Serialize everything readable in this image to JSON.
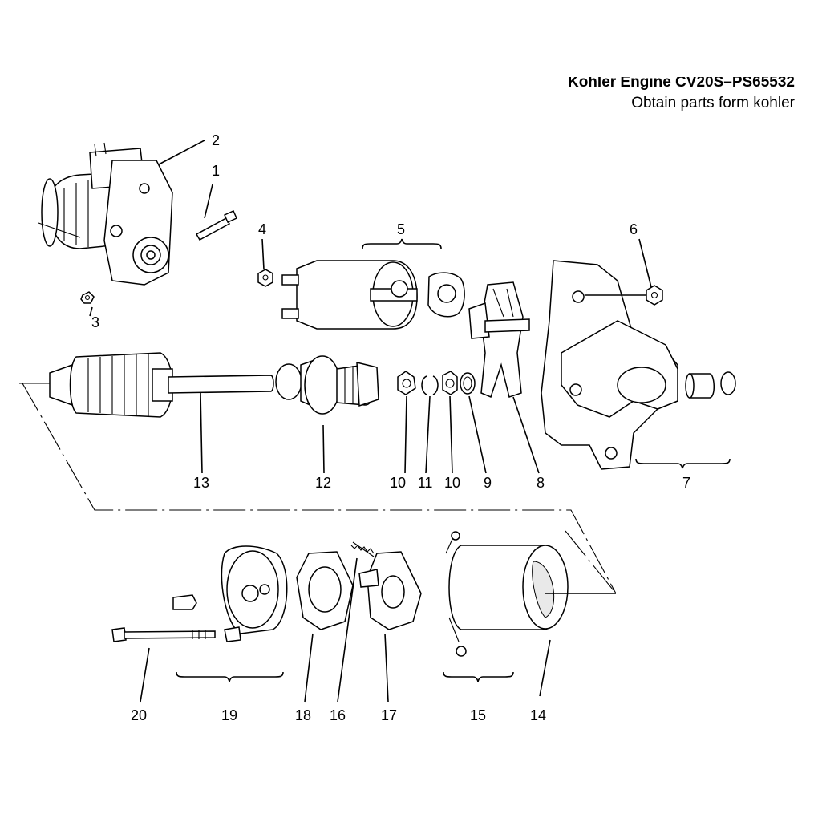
{
  "header": {
    "title": "Kohler Engine CV20S–PS65532",
    "subtitle": "Obtain  parts form kohler"
  },
  "callouts": [
    {
      "id": "c1",
      "label": "1"
    },
    {
      "id": "c2",
      "label": "2"
    },
    {
      "id": "c3",
      "label": "3"
    },
    {
      "id": "c4",
      "label": "4"
    },
    {
      "id": "c5",
      "label": "5"
    },
    {
      "id": "c6",
      "label": "6"
    },
    {
      "id": "c7",
      "label": "7"
    },
    {
      "id": "c8",
      "label": "8"
    },
    {
      "id": "c9",
      "label": "9"
    },
    {
      "id": "c10a",
      "label": "10"
    },
    {
      "id": "c11",
      "label": "11"
    },
    {
      "id": "c10b",
      "label": "10"
    },
    {
      "id": "c12",
      "label": "12"
    },
    {
      "id": "c13",
      "label": "13"
    },
    {
      "id": "c14",
      "label": "14"
    },
    {
      "id": "c15",
      "label": "15"
    },
    {
      "id": "c16",
      "label": "16"
    },
    {
      "id": "c17",
      "label": "17"
    },
    {
      "id": "c18",
      "label": "18"
    },
    {
      "id": "c19",
      "label": "19"
    },
    {
      "id": "c20",
      "label": "20"
    }
  ]
}
